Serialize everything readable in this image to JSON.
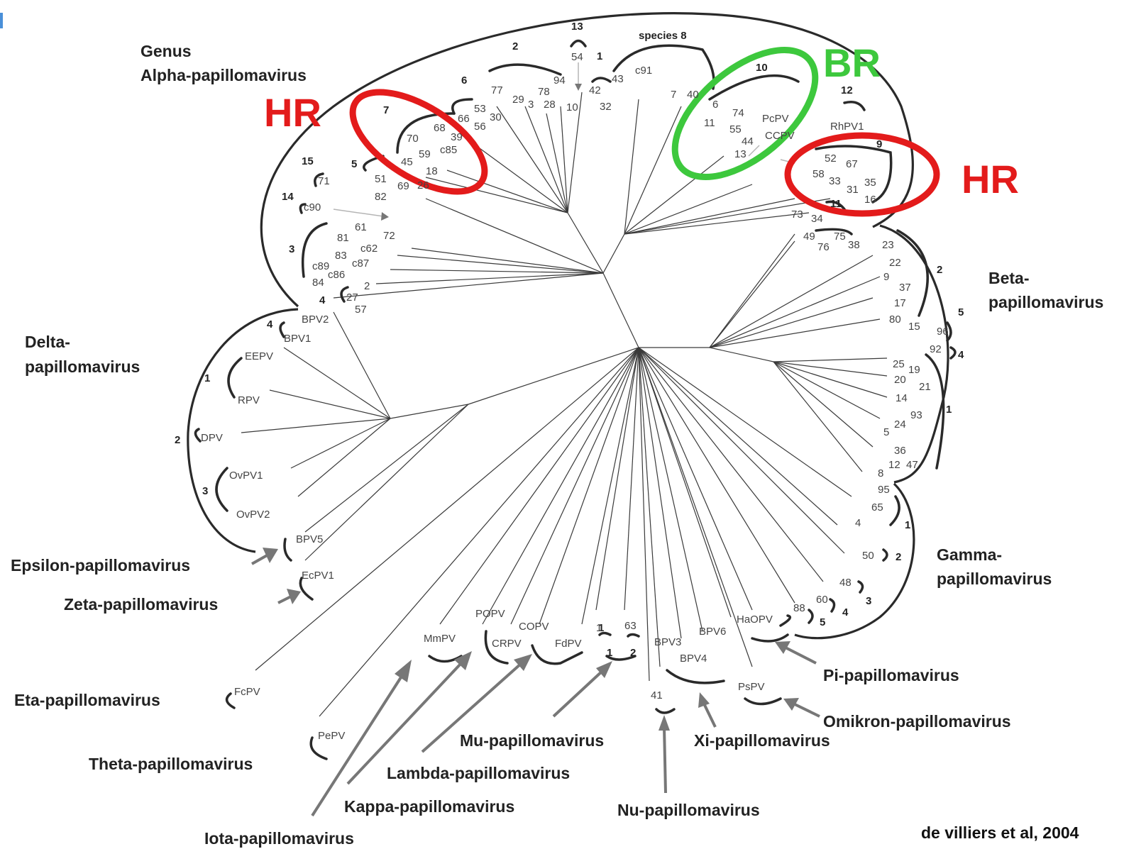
{
  "credit": "de villiers et al, 2004",
  "colors": {
    "high_risk": "#e31b1b",
    "low_risk": "#3dc83d",
    "branch": "#3a3a3a",
    "label": "#444444"
  },
  "highlights": [
    {
      "label": "HR",
      "color": "#e31b1b"
    },
    {
      "label": "BR",
      "color": "#3dc83d"
    },
    {
      "label": "HR",
      "color": "#e31b1b"
    }
  ],
  "genera": {
    "alpha": [
      "Genus",
      "Alpha-papillomavirus"
    ],
    "beta": [
      "Beta-",
      "papillomavirus"
    ],
    "gamma": [
      "Gamma-",
      "papillomavirus"
    ],
    "delta": [
      "Delta-",
      "papillomavirus"
    ],
    "epsilon": "Epsilon-papillomavirus",
    "zeta": "Zeta-papillomavirus",
    "eta": "Eta-papillomavirus",
    "theta": "Theta-papillomavirus",
    "iota": "Iota-papillomavirus",
    "kappa": "Kappa-papillomavirus",
    "lambda": "Lambda-papillomavirus",
    "mu": "Mu-papillomavirus",
    "nu": "Nu-papillomavirus",
    "xi": "Xi-papillomavirus",
    "omikron": "Omikron-papillomavirus",
    "pi": "Pi-papillomavirus"
  },
  "species_numbers": [
    "13",
    "2",
    "1",
    "species 8",
    "6",
    "10",
    "12",
    "7",
    "9",
    "15",
    "5",
    "14",
    "11",
    "3",
    "4",
    "4",
    "2",
    "5",
    "4",
    "1",
    "1",
    "2",
    "3",
    "1",
    "2",
    "3",
    "4",
    "5",
    "1",
    "1",
    "2"
  ],
  "leaves": {
    "alpha": [
      "54",
      "94",
      "77",
      "29",
      "3",
      "78",
      "28",
      "10",
      "42",
      "43",
      "32",
      "c91",
      "7",
      "40",
      "53",
      "30",
      "66",
      "56",
      "70",
      "68",
      "39",
      "c85",
      "45",
      "59",
      "18",
      "26",
      "51",
      "69",
      "82",
      "71",
      "c90",
      "61",
      "81",
      "72",
      "c62",
      "83",
      "c87",
      "c89",
      "c86",
      "84",
      "2",
      "27",
      "57",
      "6",
      "74",
      "11",
      "55",
      "44",
      "13",
      "PcPV",
      "CCPV",
      "RhPV1",
      "52",
      "67",
      "58",
      "33",
      "31",
      "35",
      "16",
      "73",
      "34"
    ],
    "beta": [
      "49",
      "76",
      "75",
      "38",
      "23",
      "22",
      "9",
      "37",
      "17",
      "80",
      "15",
      "96",
      "92",
      "25",
      "19",
      "20",
      "21",
      "14",
      "93",
      "5",
      "24",
      "36",
      "12",
      "47",
      "8"
    ],
    "gamma": [
      "95",
      "65",
      "4",
      "50",
      "48",
      "60",
      "88"
    ],
    "delta": [
      "BPV2",
      "BPV1",
      "EEPV",
      "RPV",
      "DPV",
      "OvPV1",
      "OvPV2"
    ],
    "others": [
      "BPV5",
      "EcPV1",
      "FcPV",
      "PePV",
      "MmPV",
      "POPV",
      "CRPV",
      "COPV",
      "FdPV",
      "1",
      "63",
      "41",
      "BPV3",
      "BPV6",
      "BPV4",
      "HaOPV",
      "PsPV"
    ]
  }
}
